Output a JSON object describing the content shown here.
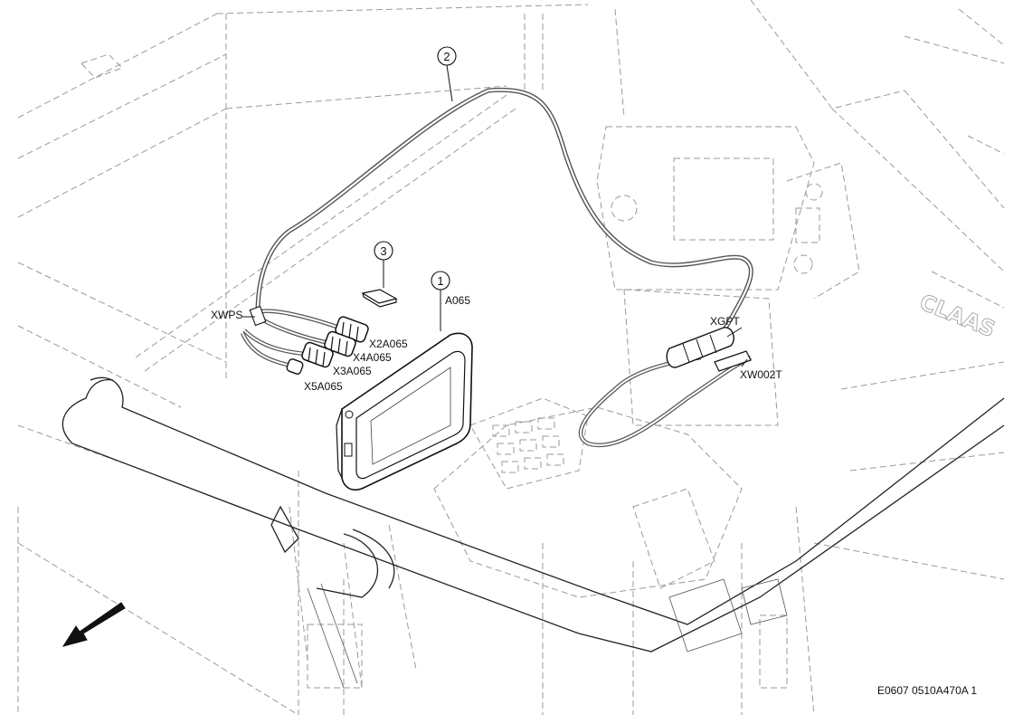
{
  "callouts": {
    "c1": "1",
    "c2": "2",
    "c3": "3"
  },
  "labels": {
    "a065": "A065",
    "xwps": "XWPS",
    "x2a065": "X2A065",
    "x4a065": "X4A065",
    "x3a065": "X3A065",
    "x5a065": "X5A065",
    "xgpt": "XGPT",
    "xw002t": "XW002T"
  },
  "footer": {
    "drawing_code": "E0607 0510A470A 1"
  },
  "brand_mark": "CLAAS"
}
